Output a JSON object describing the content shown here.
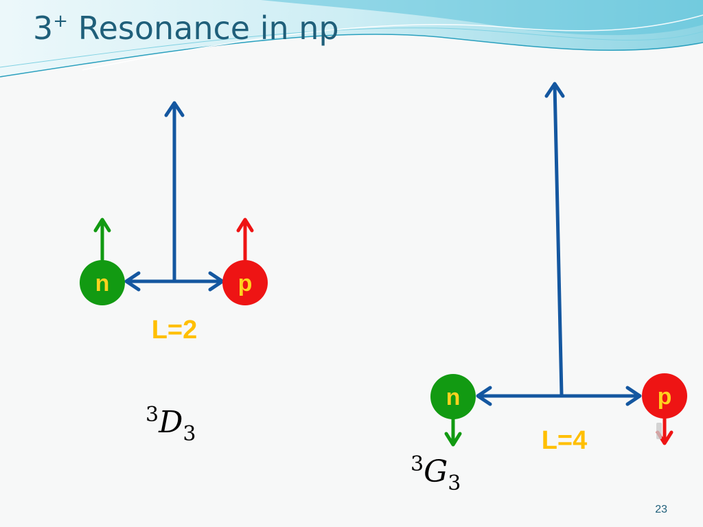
{
  "slide": {
    "title_main": "3",
    "title_sup": "+",
    "title_rest": " Resonance in np",
    "page_number": "23"
  },
  "left_config": {
    "neutron_label": "n",
    "proton_label": "p",
    "l_label": "L=2",
    "term_prefix": "3",
    "term_letter": "D",
    "term_sub": "3"
  },
  "right_config": {
    "neutron_label": "n",
    "proton_label": "p",
    "l_label": "L=4",
    "term_prefix": "3",
    "term_letter": "G",
    "term_sub": "3"
  },
  "colors": {
    "title": "#1f5f7a",
    "angular_momentum_arrow": "#1457a0",
    "neutron": "#129a12",
    "proton": "#ee1414",
    "ball_text": "#ffd21f",
    "l_text": "#ffbf00",
    "wave_light": "#9fe0ee",
    "wave_dark": "#2aa0be"
  }
}
